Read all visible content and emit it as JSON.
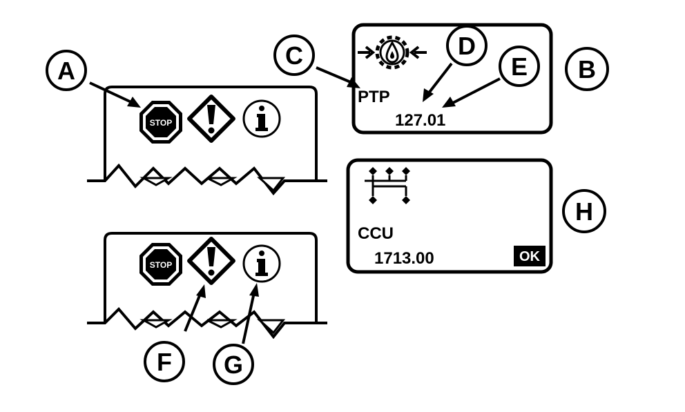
{
  "callouts": {
    "a": "A",
    "b": "B",
    "c": "C",
    "d": "D",
    "e": "E",
    "f": "F",
    "g": "G",
    "h": "H"
  },
  "icons": {
    "stop_label": "STOP",
    "info_glyph": "i",
    "warning_glyph": "!"
  },
  "ptp_display": {
    "code": "PTP",
    "value": "127.01",
    "icon": "oil-pressure-gear-icon"
  },
  "ccu_display": {
    "code": "CCU",
    "value": "1713.00",
    "ok_label": "OK",
    "icon": "network-tree-icon"
  },
  "colors": {
    "ink": "#000000",
    "paper": "#ffffff"
  }
}
